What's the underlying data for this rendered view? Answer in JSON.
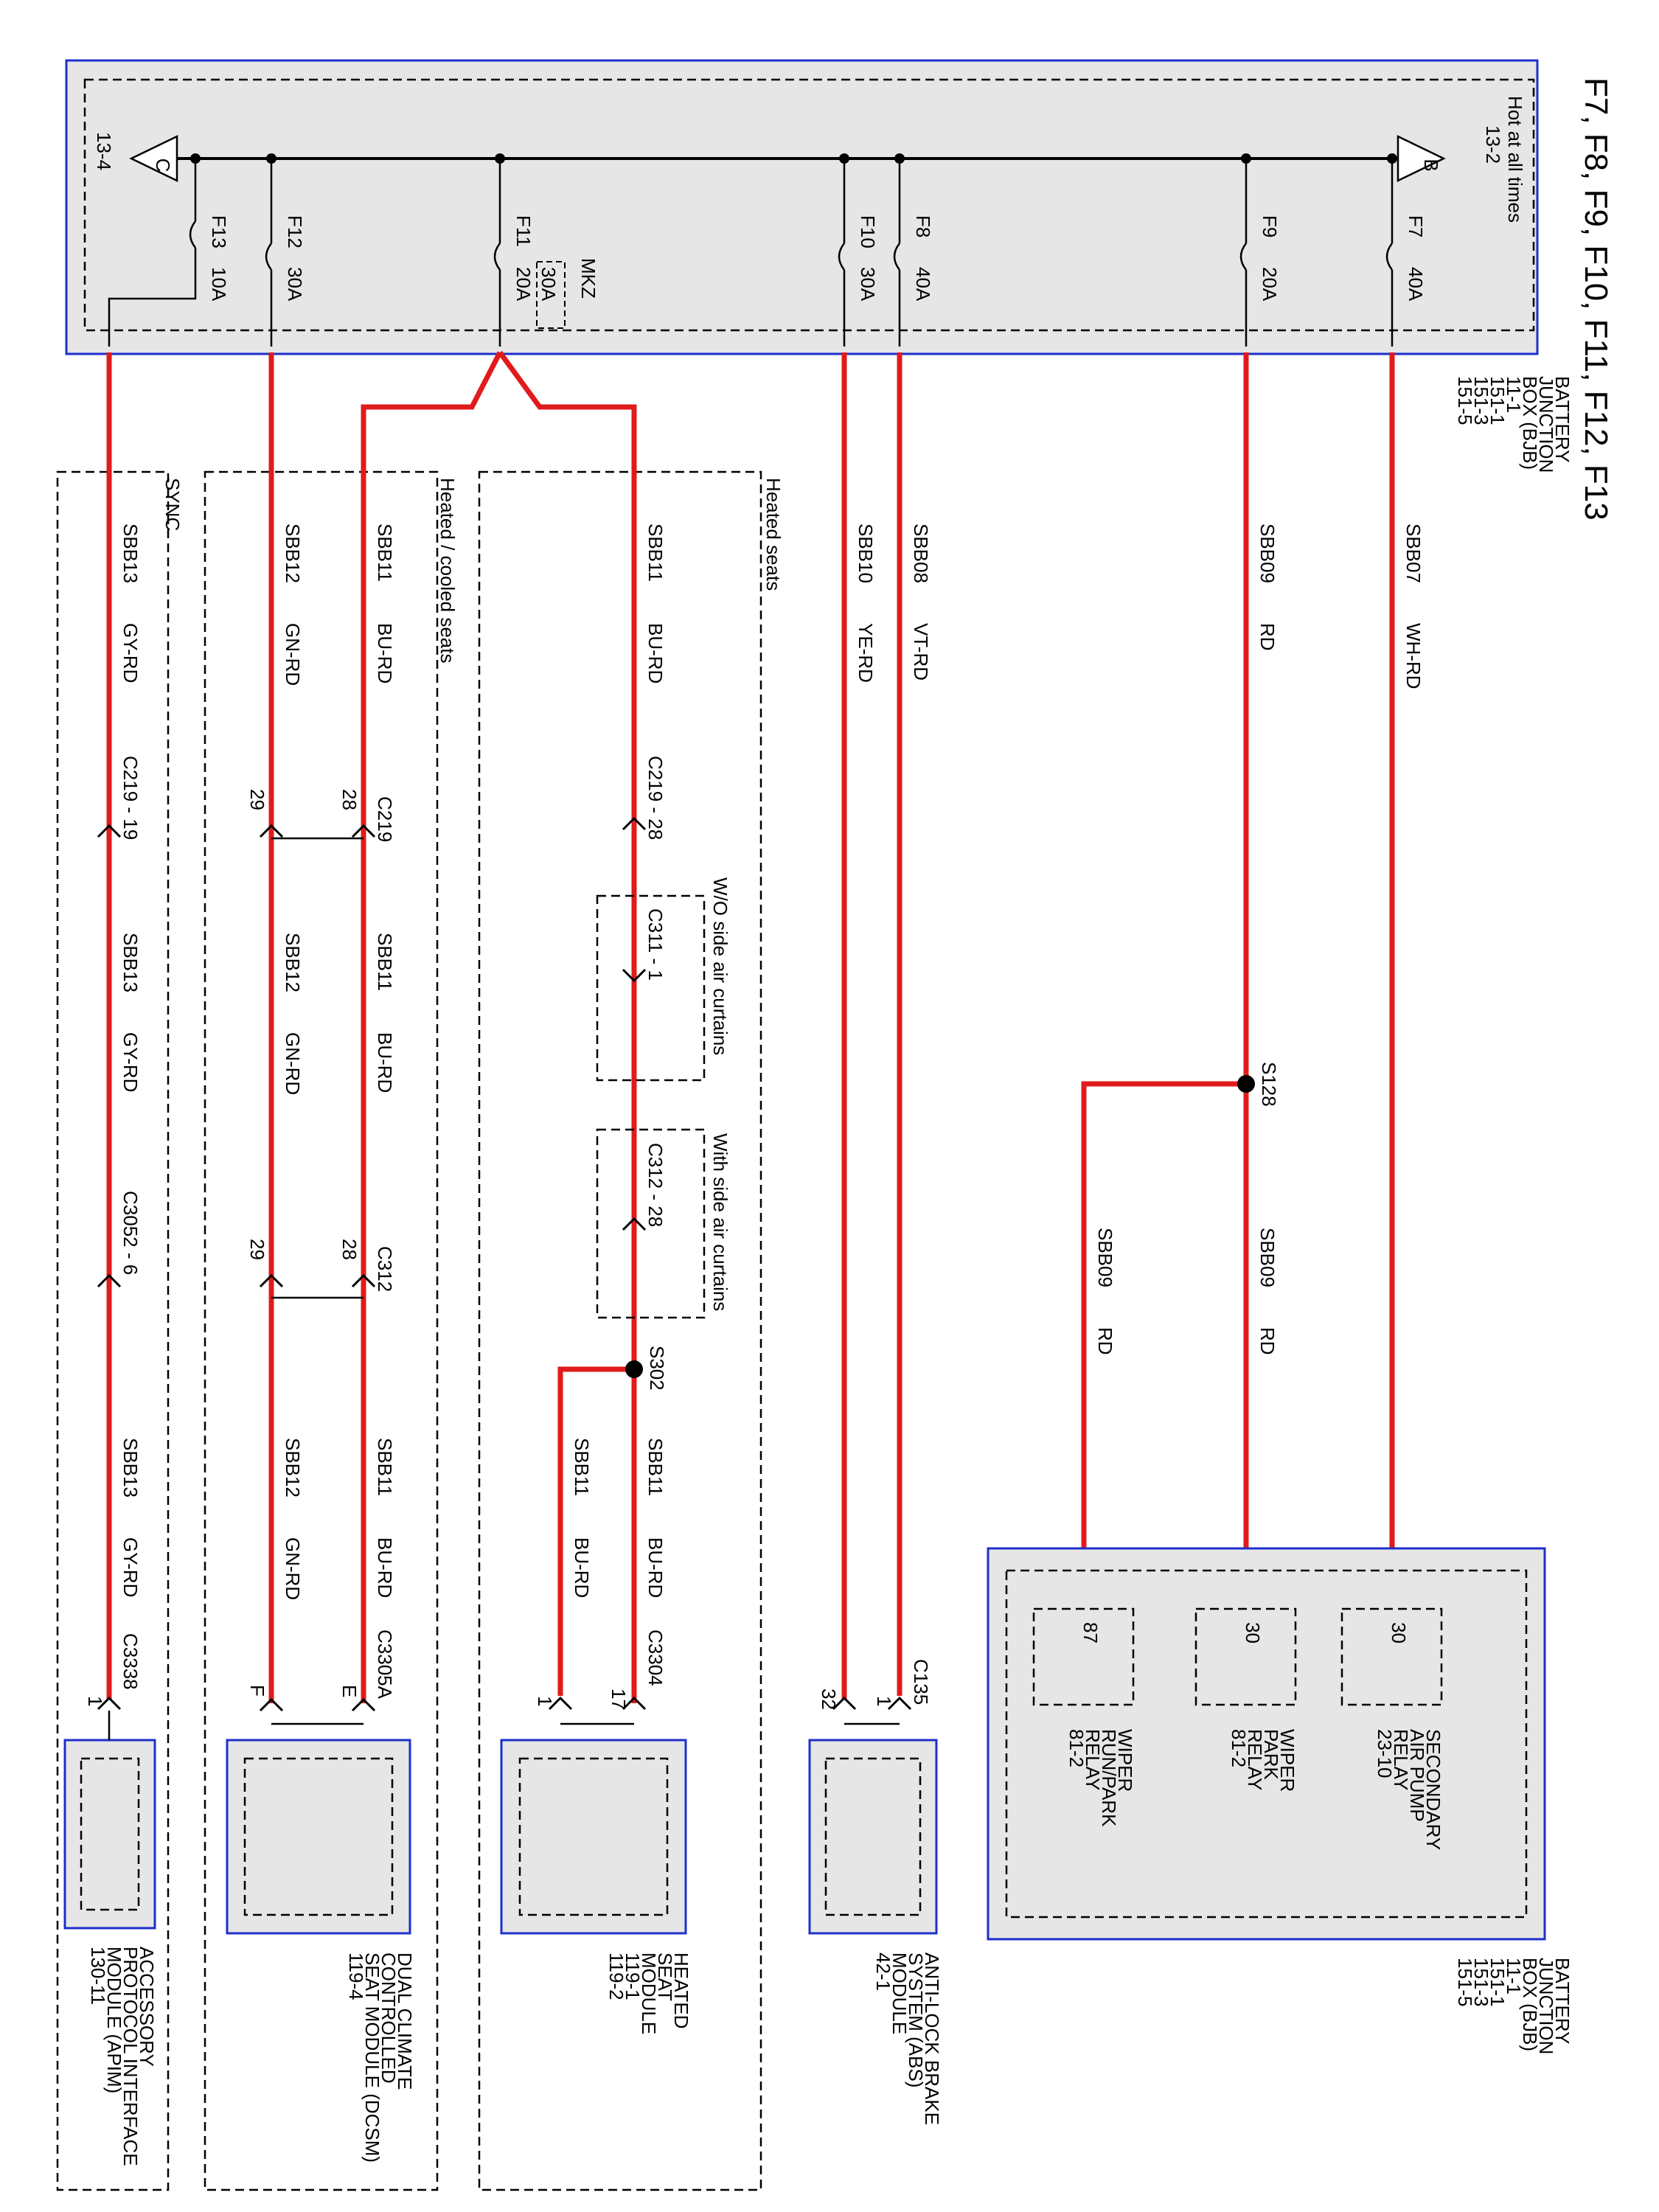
{
  "title": "F7, F8, F9, F10, F11, F12, F13",
  "hot_label": "Hot at all times",
  "bjb_top": {
    "lines": [
      "BATTERY",
      "JUNCTION",
      "BOX (BJB)",
      "11-1",
      "151-1",
      "151-3",
      "151-5"
    ]
  },
  "bjb_bottom": {
    "lines": [
      "BATTERY",
      "JUNCTION",
      "BOX (BJB)",
      "11-1",
      "151-1",
      "151-3",
      "151-5"
    ]
  },
  "bus_left": {
    "letter": "C",
    "ref": "13-4"
  },
  "bus_right": {
    "letter": "B",
    "ref": "13-2"
  },
  "mkz": {
    "label": "MKZ",
    "rating": "30A"
  },
  "fuses": [
    {
      "name": "F13",
      "rating": "10A"
    },
    {
      "name": "F12",
      "rating": "30A"
    },
    {
      "name": "F11",
      "rating": "20A"
    },
    {
      "name": "F10",
      "rating": "30A"
    },
    {
      "name": "F8",
      "rating": "40A"
    },
    {
      "name": "F9",
      "rating": "20A"
    },
    {
      "name": "F7",
      "rating": "40A"
    }
  ],
  "groups": {
    "sync": "SYNC",
    "heated_cooled": "Heated / cooled seats",
    "heated": "Heated seats",
    "wo_curtains": "W/O side air curtains",
    "with_curtains": "With side air curtains"
  },
  "circuits": {
    "sbb13": "SBB13",
    "gy_rd": "GY-RD",
    "sbb12": "SBB12",
    "gn_rd": "GN-RD",
    "sbb11": "SBB11",
    "bu_rd": "BU-RD",
    "sbb10": "SBB10",
    "ye_rd": "YE-RD",
    "sbb08": "SBB08",
    "vt_rd": "VT-RD",
    "sbb09": "SBB09",
    "rd": "RD",
    "sbb07": "SBB07",
    "wh_rd": "WH-RD"
  },
  "connectors": {
    "c219_19": "C219 - 19",
    "c219": "C219",
    "c219_28": "C219 - 28",
    "c311_1": "C311 - 1",
    "c312_28": "C312 - 28",
    "c3052_6": "C3052 - 6",
    "c312": "C312",
    "c3338": "C3338",
    "c3305a": "C3305A",
    "c3304": "C3304",
    "c135": "C135",
    "pin_28": "28",
    "pin_29": "29",
    "pin_1": "1",
    "pin_e": "E",
    "pin_f": "F",
    "pin_17": "17",
    "pin_32": "32"
  },
  "splices": {
    "s128": "S128",
    "s302": "S302"
  },
  "relays": [
    {
      "pin": "30",
      "lines": [
        "SECONDARY",
        "AIR PUMP",
        "RELAY",
        "23-10"
      ]
    },
    {
      "pin": "30",
      "lines": [
        "WIPER",
        "PARK",
        "RELAY",
        "81-2"
      ]
    },
    {
      "pin": "87",
      "lines": [
        "WIPER",
        "RUN/PARK",
        "RELAY",
        "81-2"
      ]
    }
  ],
  "modules": {
    "apim": {
      "lines": [
        "ACCESSORY",
        "PROTOCOL INTERFACE",
        "MODULE (APIM)",
        "130-11"
      ]
    },
    "dcsm": {
      "lines": [
        "DUAL CLIMATE",
        "CONTROLLED",
        "SEAT MODULE (DCSM)",
        "119-4"
      ]
    },
    "hsm": {
      "lines": [
        "HEATED",
        "SEAT",
        "MODULE",
        "119-1",
        "119-2"
      ]
    },
    "abs": {
      "lines": [
        "ANTI-LOCK BRAKE",
        "SYSTEM (ABS)",
        "MODULE",
        "42-1"
      ]
    }
  },
  "colors": {
    "wire": "#e11b1b",
    "frame": "#1f2fcc",
    "fill": "#e6e6e6"
  }
}
